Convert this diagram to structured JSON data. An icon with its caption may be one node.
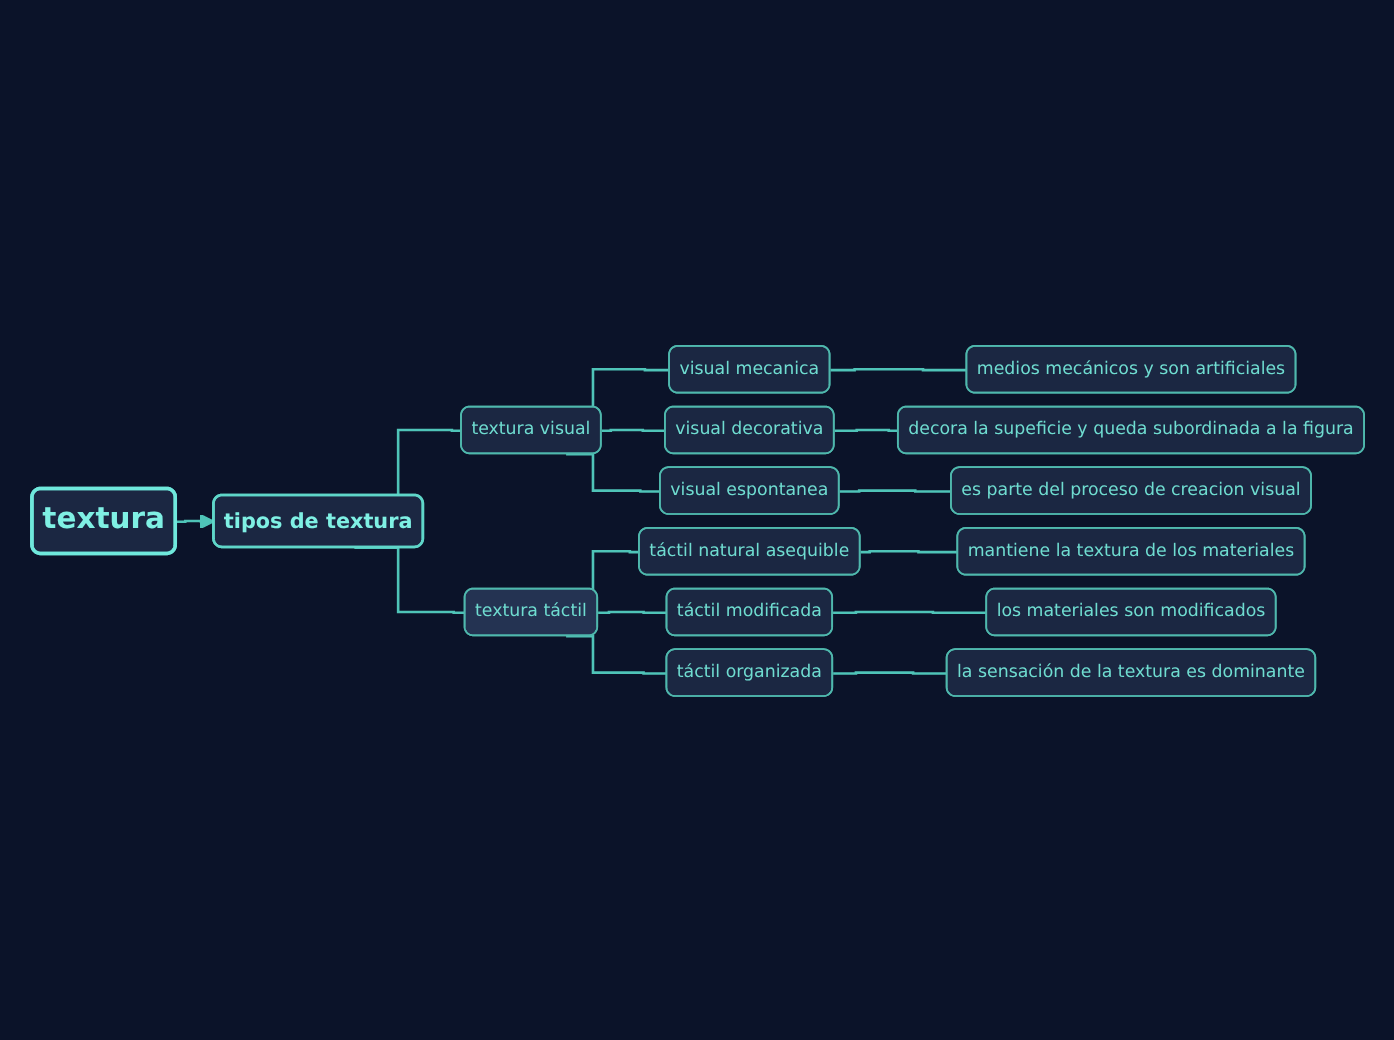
{
  "diagram": {
    "nodes": [
      {
        "text": [
          "textura"
        ]
      },
      {
        "text": [
          "tipos de textura"
        ]
      },
      {
        "text": [
          "textura visual"
        ]
      },
      {
        "text": [
          "visual mecanica"
        ]
      },
      {
        "text": [
          "medios mecánicos y son artificiales"
        ]
      },
      {
        "text": [
          "visual decorativa"
        ]
      },
      {
        "text": [
          "decora la supeficie y queda subordinada a la figura"
        ]
      },
      {
        "text": [
          "visual espontanea"
        ]
      },
      {
        "text": [
          "es parte del proceso de creacion visual"
        ]
      },
      {
        "text": [
          "textura táctil"
        ]
      },
      {
        "text": [
          "táctil natural asequible"
        ]
      },
      {
        "text": [
          "mantiene la textura de los materiales"
        ]
      },
      {
        "text": [
          "táctil modificada"
        ]
      },
      {
        "text": [
          "los materiales son modificados"
        ]
      },
      {
        "text": [
          "táctil organizada"
        ]
      },
      {
        "text": [
          "la sensación de la textura es dominante"
        ]
      }
    ],
    "edges": [
      {
        "from": 0,
        "to": 1,
        "arrow": "to"
      },
      {
        "from": 1,
        "to": 2,
        "arrow": "none"
      },
      {
        "from": 2,
        "to": 3,
        "arrow": "none"
      },
      {
        "from": 3,
        "to": 4,
        "arrow": "none"
      },
      {
        "from": 2,
        "to": 5,
        "arrow": "none"
      },
      {
        "from": 5,
        "to": 6,
        "arrow": "none"
      },
      {
        "from": 2,
        "to": 7,
        "arrow": "none"
      },
      {
        "from": 7,
        "to": 8,
        "arrow": "none"
      },
      {
        "from": 1,
        "to": 9,
        "arrow": "none"
      },
      {
        "from": 9,
        "to": 10,
        "arrow": "none"
      },
      {
        "from": 10,
        "to": 11,
        "arrow": "none"
      },
      {
        "from": 9,
        "to": 12,
        "arrow": "none"
      },
      {
        "from": 12,
        "to": 13,
        "arrow": "none"
      },
      {
        "from": 9,
        "to": 14,
        "arrow": "none"
      },
      {
        "from": 14,
        "to": 15,
        "arrow": "none"
      }
    ]
  }
}
